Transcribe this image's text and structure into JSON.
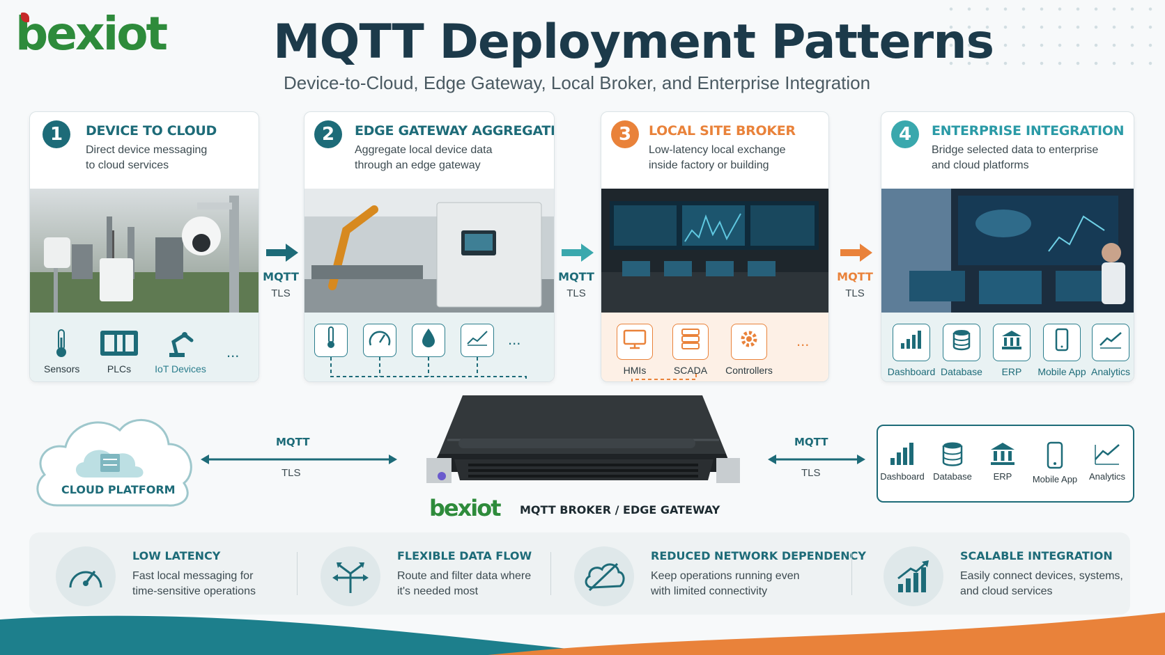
{
  "brand": {
    "logo_text": "bexiot"
  },
  "header": {
    "title": "MQTT Deployment Patterns",
    "subtitle": "Device-to-Cloud, Edge Gateway, Local Broker, and Enterprise Integration"
  },
  "colors": {
    "teal": "#1d6b78",
    "teal_accent": "#3aa8ad",
    "orange": "#e9823a",
    "dark": "#1c3a4a"
  },
  "panels": [
    {
      "number": "1",
      "title": "DEVICE TO CLOUD",
      "desc_line1": "Direct device messaging",
      "desc_line2": "to cloud services",
      "icons": [
        {
          "label": "Sensors",
          "icon": "thermometer-icon"
        },
        {
          "label": "PLCs",
          "icon": "plc-icon"
        },
        {
          "label": "IoT Devices",
          "icon": "robot-arm-icon"
        },
        {
          "label": "...",
          "icon": "more-icon"
        }
      ]
    },
    {
      "number": "2",
      "title": "EDGE GATEWAY AGGREGATION",
      "desc_line1": "Aggregate local device data",
      "desc_line2": "through an edge gateway",
      "icons": [
        {
          "icon": "thermometer-icon"
        },
        {
          "icon": "gauge-icon"
        },
        {
          "icon": "droplet-icon"
        },
        {
          "icon": "chart-icon"
        },
        {
          "label": "...",
          "icon": "more-icon"
        }
      ]
    },
    {
      "number": "3",
      "title": "LOCAL SITE BROKER",
      "desc_line1": "Low-latency local exchange",
      "desc_line2": "inside factory or building",
      "icons": [
        {
          "label": "HMIs",
          "icon": "monitor-icon"
        },
        {
          "label": "SCADA",
          "icon": "server-icon"
        },
        {
          "label": "Controllers",
          "icon": "gear-icon"
        },
        {
          "label": "...",
          "icon": "more-icon"
        }
      ]
    },
    {
      "number": "4",
      "title": "ENTERPRISE INTEGRATION",
      "desc_line1": "Bridge selected data to enterprise",
      "desc_line2": "and cloud platforms",
      "icons": [
        {
          "label": "Dashboard",
          "icon": "bar-chart-icon"
        },
        {
          "label": "Database",
          "icon": "database-icon"
        },
        {
          "label": "ERP",
          "icon": "bank-icon"
        },
        {
          "label": "Mobile App",
          "icon": "phone-icon"
        },
        {
          "label": "Analytics",
          "icon": "line-chart-icon"
        }
      ]
    }
  ],
  "arrows": [
    {
      "protocol": "MQTT",
      "security": "TLS"
    },
    {
      "protocol": "MQTT",
      "security": "TLS"
    },
    {
      "protocol": "MQTT",
      "security": "TLS"
    }
  ],
  "middle": {
    "cloud_label": "CLOUD PLATFORM",
    "left_link": {
      "protocol": "MQTT",
      "security": "TLS"
    },
    "right_link": {
      "protocol": "MQTT",
      "security": "TLS"
    },
    "broker_label": "MQTT BROKER / EDGE GATEWAY",
    "broker_logo": "bexiot",
    "targets": [
      {
        "label": "Dashboard",
        "icon": "bar-chart-icon"
      },
      {
        "label": "Database",
        "icon": "database-icon"
      },
      {
        "label": "ERP",
        "icon": "bank-icon"
      },
      {
        "label": "Mobile App",
        "icon": "phone-icon"
      },
      {
        "label": "Analytics",
        "icon": "line-chart-icon"
      }
    ]
  },
  "benefits": [
    {
      "title": "LOW LATENCY",
      "line1": "Fast local messaging for",
      "line2": "time-sensitive operations",
      "icon": "speedometer-icon"
    },
    {
      "title": "FLEXIBLE DATA FLOW",
      "line1": "Route and filter data where",
      "line2": "it's needed most",
      "icon": "split-arrows-icon"
    },
    {
      "title": "REDUCED NETWORK DEPENDENCY",
      "line1": "Keep operations running even",
      "line2": "with limited connectivity",
      "icon": "cloud-off-icon"
    },
    {
      "title": "SCALABLE INTEGRATION",
      "line1": "Easily connect devices, systems,",
      "line2": "and cloud services",
      "icon": "growth-chart-icon"
    }
  ]
}
